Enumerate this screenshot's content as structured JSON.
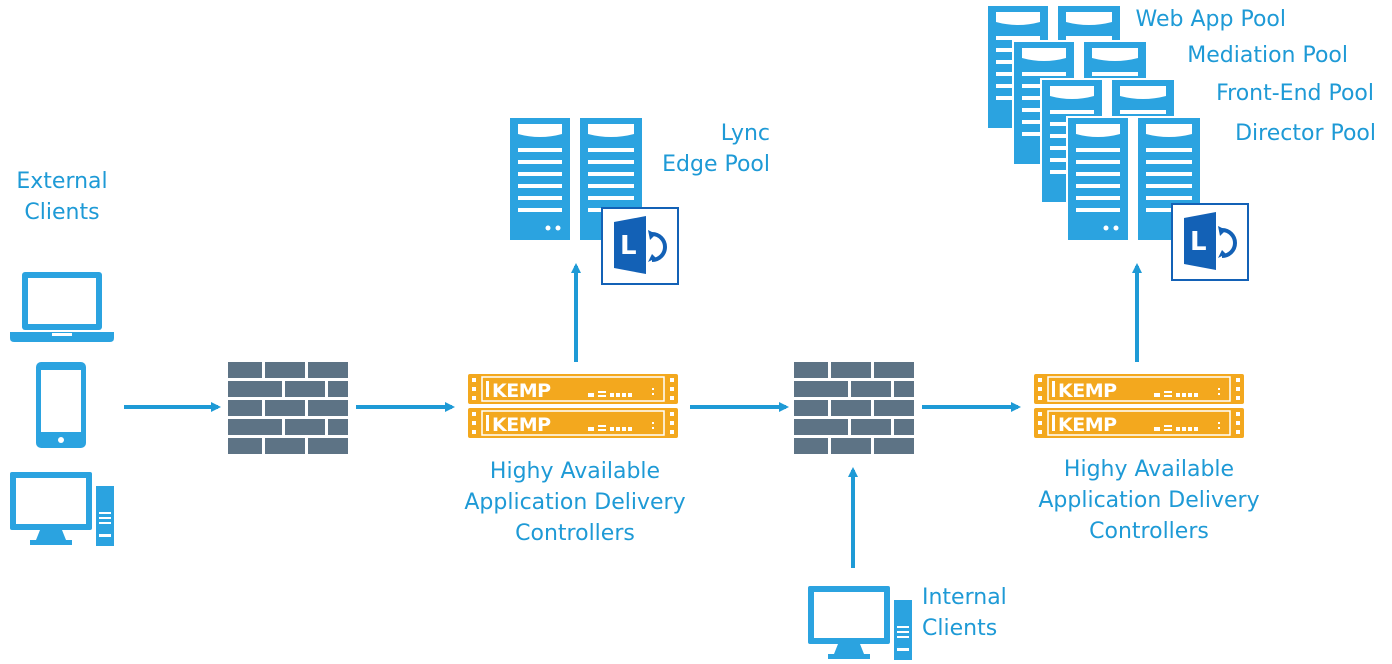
{
  "labels": {
    "external_clients": [
      "External",
      "Clients"
    ],
    "lync_edge_pool": [
      "Lync",
      "Edge Pool"
    ],
    "adc_left": [
      "Highy Available",
      "Application Delivery",
      "Controllers"
    ],
    "adc_right": [
      "Highy Available",
      "Application Delivery",
      "Controllers"
    ],
    "internal_clients": [
      "Internal",
      "Clients"
    ],
    "pools": [
      "Web App Pool",
      "Mediation Pool",
      "Front-End Pool",
      "Director Pool"
    ]
  },
  "appliance_brand": "KEMP",
  "lync_logo_letter": "L",
  "colors": {
    "accent_blue": "#1e9ad6",
    "server_blue": "#2ba3e0",
    "firewall_gray": "#5d7385",
    "kemp_orange": "#f3a81e",
    "lync_blue": "#1361b6",
    "text_blue": "#1e9ad6"
  },
  "icons": [
    "laptop-icon",
    "tablet-icon",
    "desktop-icon",
    "firewall-icon",
    "kemp-appliance-icon",
    "server-rack-icon",
    "lync-logo-icon",
    "arrow-icon"
  ]
}
